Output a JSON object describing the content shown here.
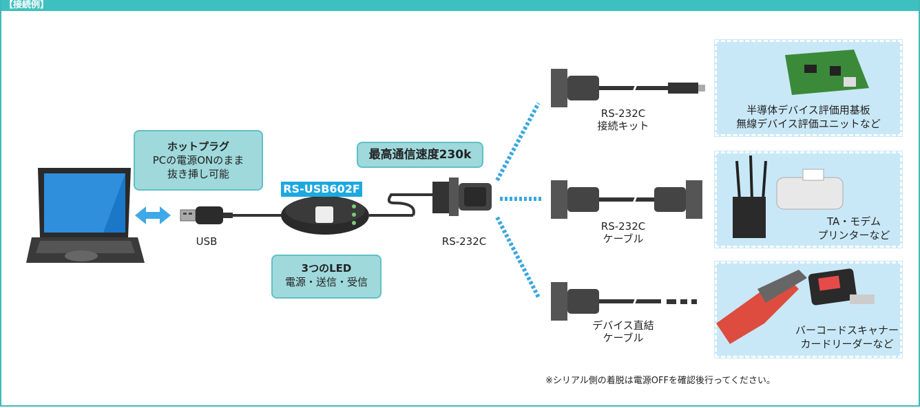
{
  "header": {
    "title": "【接続例】"
  },
  "callouts": {
    "hotplug": {
      "title": "ホットプラグ",
      "line1": "PCの電源ONのまま",
      "line2": "抜き挿し可能"
    },
    "speed": {
      "title": "最高通信速度230k"
    },
    "led": {
      "title": "3つのLED",
      "line1": "電源・送信・受信"
    }
  },
  "product": {
    "name": "RS-USB602F"
  },
  "labels": {
    "usb": "USB",
    "rs232c": "RS-232C",
    "kit": {
      "line1": "RS-232C",
      "line2": "接続キット"
    },
    "cable": {
      "line1": "RS-232C",
      "line2": "ケーブル"
    },
    "direct": {
      "line1": "デバイス直結",
      "line2": "ケーブル"
    }
  },
  "devices": {
    "board": {
      "line1": "半導体デバイス評価用基板",
      "line2": "無線デバイス評価ユニットなど"
    },
    "modem": {
      "line1": "TA・モデム",
      "line2": "プリンターなど"
    },
    "scanner": {
      "line1": "バーコードスキャナー",
      "line2": "カードリーダーなど"
    }
  },
  "note": "※シリアル側の着脱は電源OFFを確認後行ってください。",
  "colors": {
    "accent": "#3fc0c0",
    "callout_fill": "#9fd9dc",
    "product_blue": "#1ea8e0",
    "device_bg": "#c9e8f7",
    "dotted_line": "#3aa7e0"
  }
}
